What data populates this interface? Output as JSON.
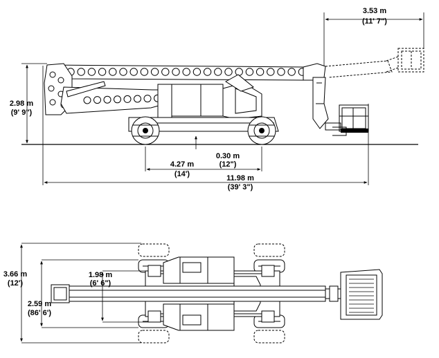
{
  "side_view": {
    "stowed_height": {
      "metric": "2.98 m",
      "imperial": "(9' 9\")"
    },
    "ground_clearance": {
      "metric": "0.30 m",
      "imperial": "(12\")"
    },
    "wheelbase": {
      "metric": "4.27 m",
      "imperial": "(14')"
    },
    "stowed_length": {
      "metric": "11.98 m",
      "imperial": "(39' 3\")"
    },
    "tail_swing": {
      "metric": "3.53 m",
      "imperial": "(11' 7\")"
    }
  },
  "top_view": {
    "width_extended": {
      "metric": "3.66 m",
      "imperial": "(12')"
    },
    "width_retracted": {
      "metric": "2.59 m",
      "imperial": "(86' 6')"
    },
    "inside_dimension": {
      "metric": "1.98 m",
      "imperial": "(6' 6\")"
    }
  }
}
